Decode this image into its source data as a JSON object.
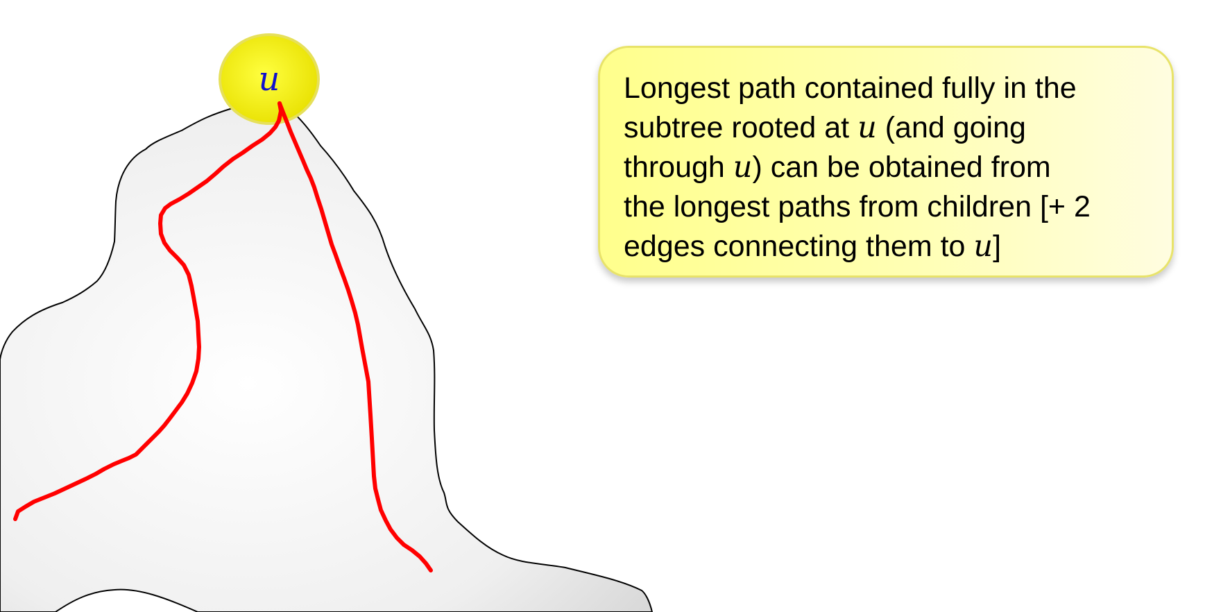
{
  "root_node": {
    "label": "u",
    "fill_color": "#f4f000",
    "label_color": "#1010cc"
  },
  "subtree_blob": {
    "fill_color": "#eeeeee",
    "outline_color": "#000000"
  },
  "longest_path": {
    "color": "#ff0000"
  },
  "callout": {
    "background_color": "#ffffaa",
    "lines": [
      [
        {
          "text": "Longest path contained fully in the"
        }
      ],
      [
        {
          "text": "subtree rooted at "
        },
        {
          "text": "u",
          "math": true
        },
        {
          "text": " (and going"
        }
      ],
      [
        {
          "text": "through "
        },
        {
          "text": "u",
          "math": true
        },
        {
          "text": ") can be obtained from"
        }
      ],
      [
        {
          "text": "the longest paths from children [+ 2"
        }
      ],
      [
        {
          "text": "edges connecting them to "
        },
        {
          "text": "u",
          "math": true
        },
        {
          "text": "]"
        }
      ]
    ]
  }
}
